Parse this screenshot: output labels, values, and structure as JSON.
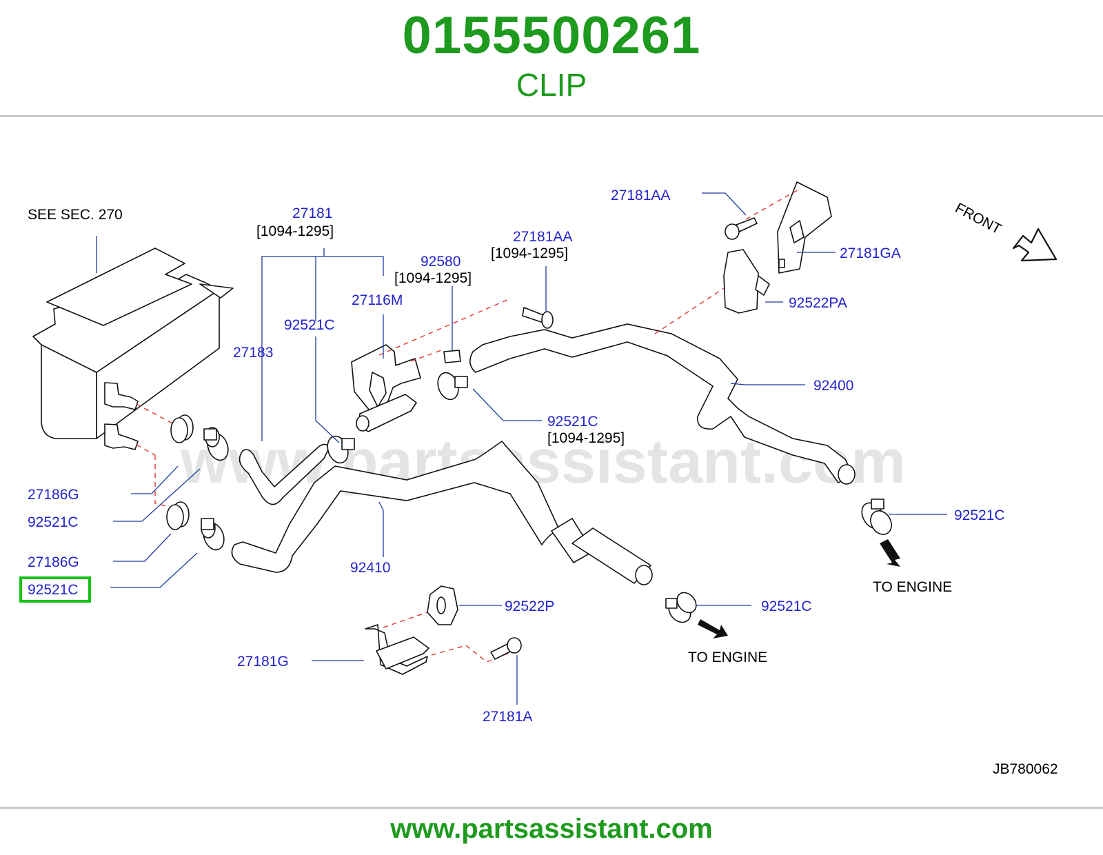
{
  "header": {
    "part_number": "0155500261",
    "part_name": "CLIP"
  },
  "diagram": {
    "see_section": "SEE   SEC.   270",
    "front_label": "FRONT",
    "to_engine_left": "TO  ENGINE",
    "to_engine_right": "TO  ENGINE",
    "watermark": "www.partsassistant.com",
    "code": "JB780062",
    "labels": {
      "p27181": "27181",
      "p27181_range": "[1094-1295]",
      "p27181AA_top": "27181AA",
      "p27181AA_mid": "27181AA",
      "p27181AA_mid_range": "[1094-1295]",
      "p92580": "92580",
      "p92580_range": "[1094-1295]",
      "p27116M": "27116M",
      "p92521C_a": "92521C",
      "p27183": "27183",
      "p27181GA": "27181GA",
      "p92522PA": "92522PA",
      "p92400": "92400",
      "p92521C_b": "92521C",
      "p92521C_b_range": "[1094-1295]",
      "p92521C_c": "92521C",
      "p27186G_a": "27186G",
      "p92521C_d": "92521C",
      "p27186G_b": "27186G",
      "p92521C_highlight": "92521C",
      "p92410": "92410",
      "p92522P": "92522P",
      "p92521C_e": "92521C",
      "p27181G": "27181G",
      "p27181A": "27181A"
    },
    "highlight_color": "#19c219"
  },
  "footer": {
    "url": "www.partsassistant.com"
  }
}
